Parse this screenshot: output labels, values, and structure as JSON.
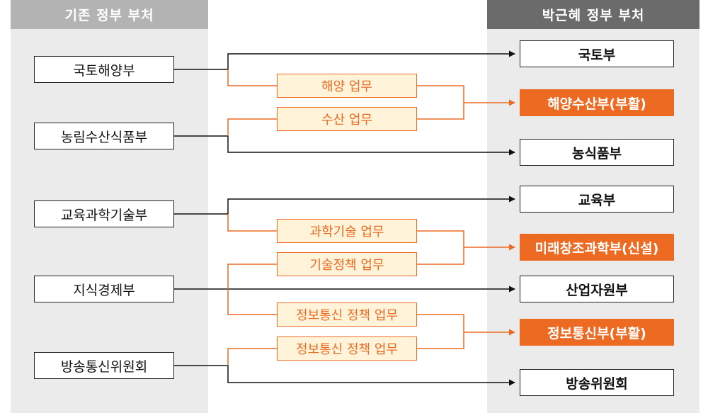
{
  "colors": {
    "column_bg": "#ebebeb",
    "left_header_bg": "#b3b3b3",
    "right_header_bg": "#6b6b6b",
    "accent": "#ec6a22",
    "task_fill": "#fff4da",
    "line": "#111111"
  },
  "left_column": {
    "header": "기존 정부 부처",
    "ministries": [
      "국토해양부",
      "농림수산식품부",
      "교육과학기술부",
      "지식경제부",
      "방송통신위원회"
    ]
  },
  "right_column": {
    "header": "박근혜 정부 부처",
    "ministries": [
      {
        "label": "국토부",
        "highlight": false
      },
      {
        "label": "해양수산부(부활)",
        "highlight": true
      },
      {
        "label": "농식품부",
        "highlight": false
      },
      {
        "label": "교육부",
        "highlight": false
      },
      {
        "label": "미래창조과학부(신설)",
        "highlight": true
      },
      {
        "label": "산업자원부",
        "highlight": false
      },
      {
        "label": "정보통신부(부활)",
        "highlight": true
      },
      {
        "label": "방송위원회",
        "highlight": false
      }
    ]
  },
  "transferred_tasks": [
    "해양 업무",
    "수산 업무",
    "과학기술 업무",
    "기술정책 업무",
    "정보통신 정책 업무",
    "정보통신 정책 업무"
  ]
}
